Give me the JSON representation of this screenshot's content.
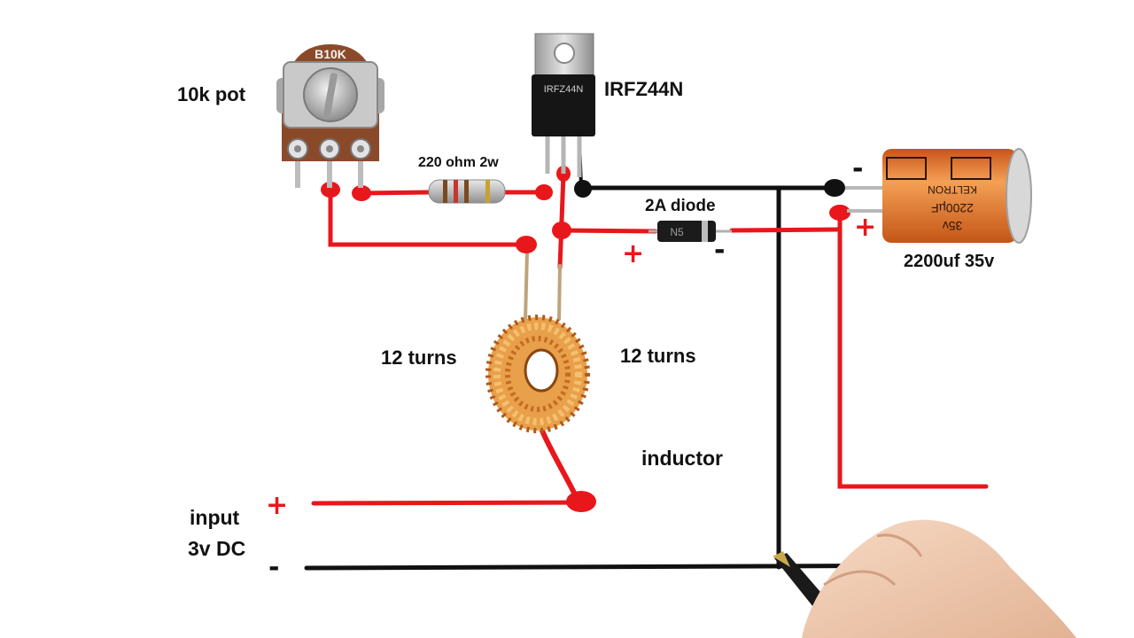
{
  "labels": {
    "pot": "10k pot",
    "pot_marking": "B10K",
    "mosfet": "IRFZ44N",
    "mosfet_marking": "IRFZ44N",
    "resistor": "220 ohm 2w",
    "diode": "2A diode",
    "capacitor": "2200uf 35v",
    "turns_left": "12 turns",
    "turns_right": "12 turns",
    "inductor": "inductor",
    "input_line1": "input",
    "input_line2": "3v DC"
  },
  "capacitor_marking": {
    "line1": "35v",
    "line2": "2200µF",
    "line3": "KELTRON"
  },
  "diode_marking": "N5",
  "signs": {
    "plus": "+",
    "minus": "-"
  },
  "colors": {
    "positive_wire": "#e8171b",
    "negative_wire": "#111111",
    "copper": "#d9822b",
    "capacitor_body": "#e87a2a"
  },
  "icons": [
    "potentiometer-icon",
    "mosfet-icon",
    "resistor-icon",
    "diode-icon",
    "capacitor-icon",
    "toroid-inductor-icon",
    "hand-pen-icon"
  ]
}
